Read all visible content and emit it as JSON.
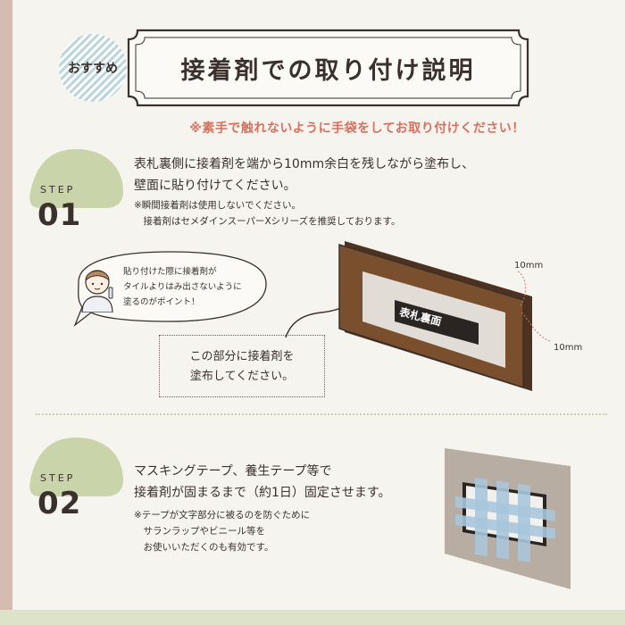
{
  "header": {
    "badge": "おすすめ",
    "title": "接着剤での取り付け説明"
  },
  "notice": "※素手で触れないように手袋をしてお取り付けください！",
  "step1": {
    "label": "STEP",
    "number": "01",
    "lines": [
      "表札裏側に接着剤を端から10mm余白を残しながら塗布し、",
      "壁面に貼り付けてください。"
    ],
    "notes": [
      "※瞬間接着剤は使用しないでください。",
      "　接着剤はセメダインスーパーXシリーズを推奨しております。"
    ],
    "bubble_lines": [
      "貼り付けた際に接着剤が",
      "タイルよりはみ出さないように",
      "塗るのがポイント！"
    ],
    "callout_lines": [
      "この部分に接着剤を",
      "塗布してください。"
    ],
    "plate_label": "表札裏面",
    "dim_top": "10mm",
    "dim_right": "10mm"
  },
  "step2": {
    "label": "STEP",
    "number": "02",
    "lines": [
      "マスキングテープ、養生テープ等で",
      "接着剤が固まるまで（約1日）固定させます。"
    ],
    "notes": [
      "※テープが文字部分に被るのを防ぐために",
      "　サランラップやビニール等を",
      "　お使いいただくのも有効です。"
    ]
  },
  "colors": {
    "accent": "#d9705e",
    "green": "#c9d4aa",
    "frame_brown": "#7a4f2e",
    "side_stripe": "#d5bcb0",
    "tape_blue": "#a9c6dc"
  }
}
